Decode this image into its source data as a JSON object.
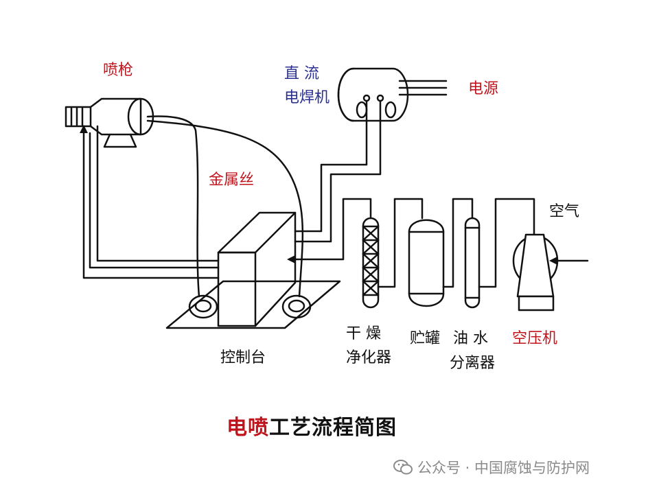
{
  "labels": {
    "spray_gun": "喷枪",
    "dc_welder_line1": "直 流",
    "dc_welder_line2": "电焊机",
    "power_source": "电源",
    "metal_wire": "金属丝",
    "air": "空气",
    "control_console": "控制台",
    "dry_purifier_line1": "干 燥",
    "dry_purifier_line2": "净化器",
    "storage_tank": "贮罐",
    "oil_water_line1": "油 水",
    "oil_water_line2": "分离器",
    "air_compressor": "空压机"
  },
  "title": {
    "highlight": "电喷",
    "rest": "工艺流程简图"
  },
  "watermark": {
    "text": "公众号 · 中国腐蚀与防护网",
    "icon": "wechat-icon"
  },
  "colors": {
    "label_red": "#c0141c",
    "label_blue": "#2a2f8f",
    "line": "#111111",
    "watermark": "#8a8a8a"
  }
}
